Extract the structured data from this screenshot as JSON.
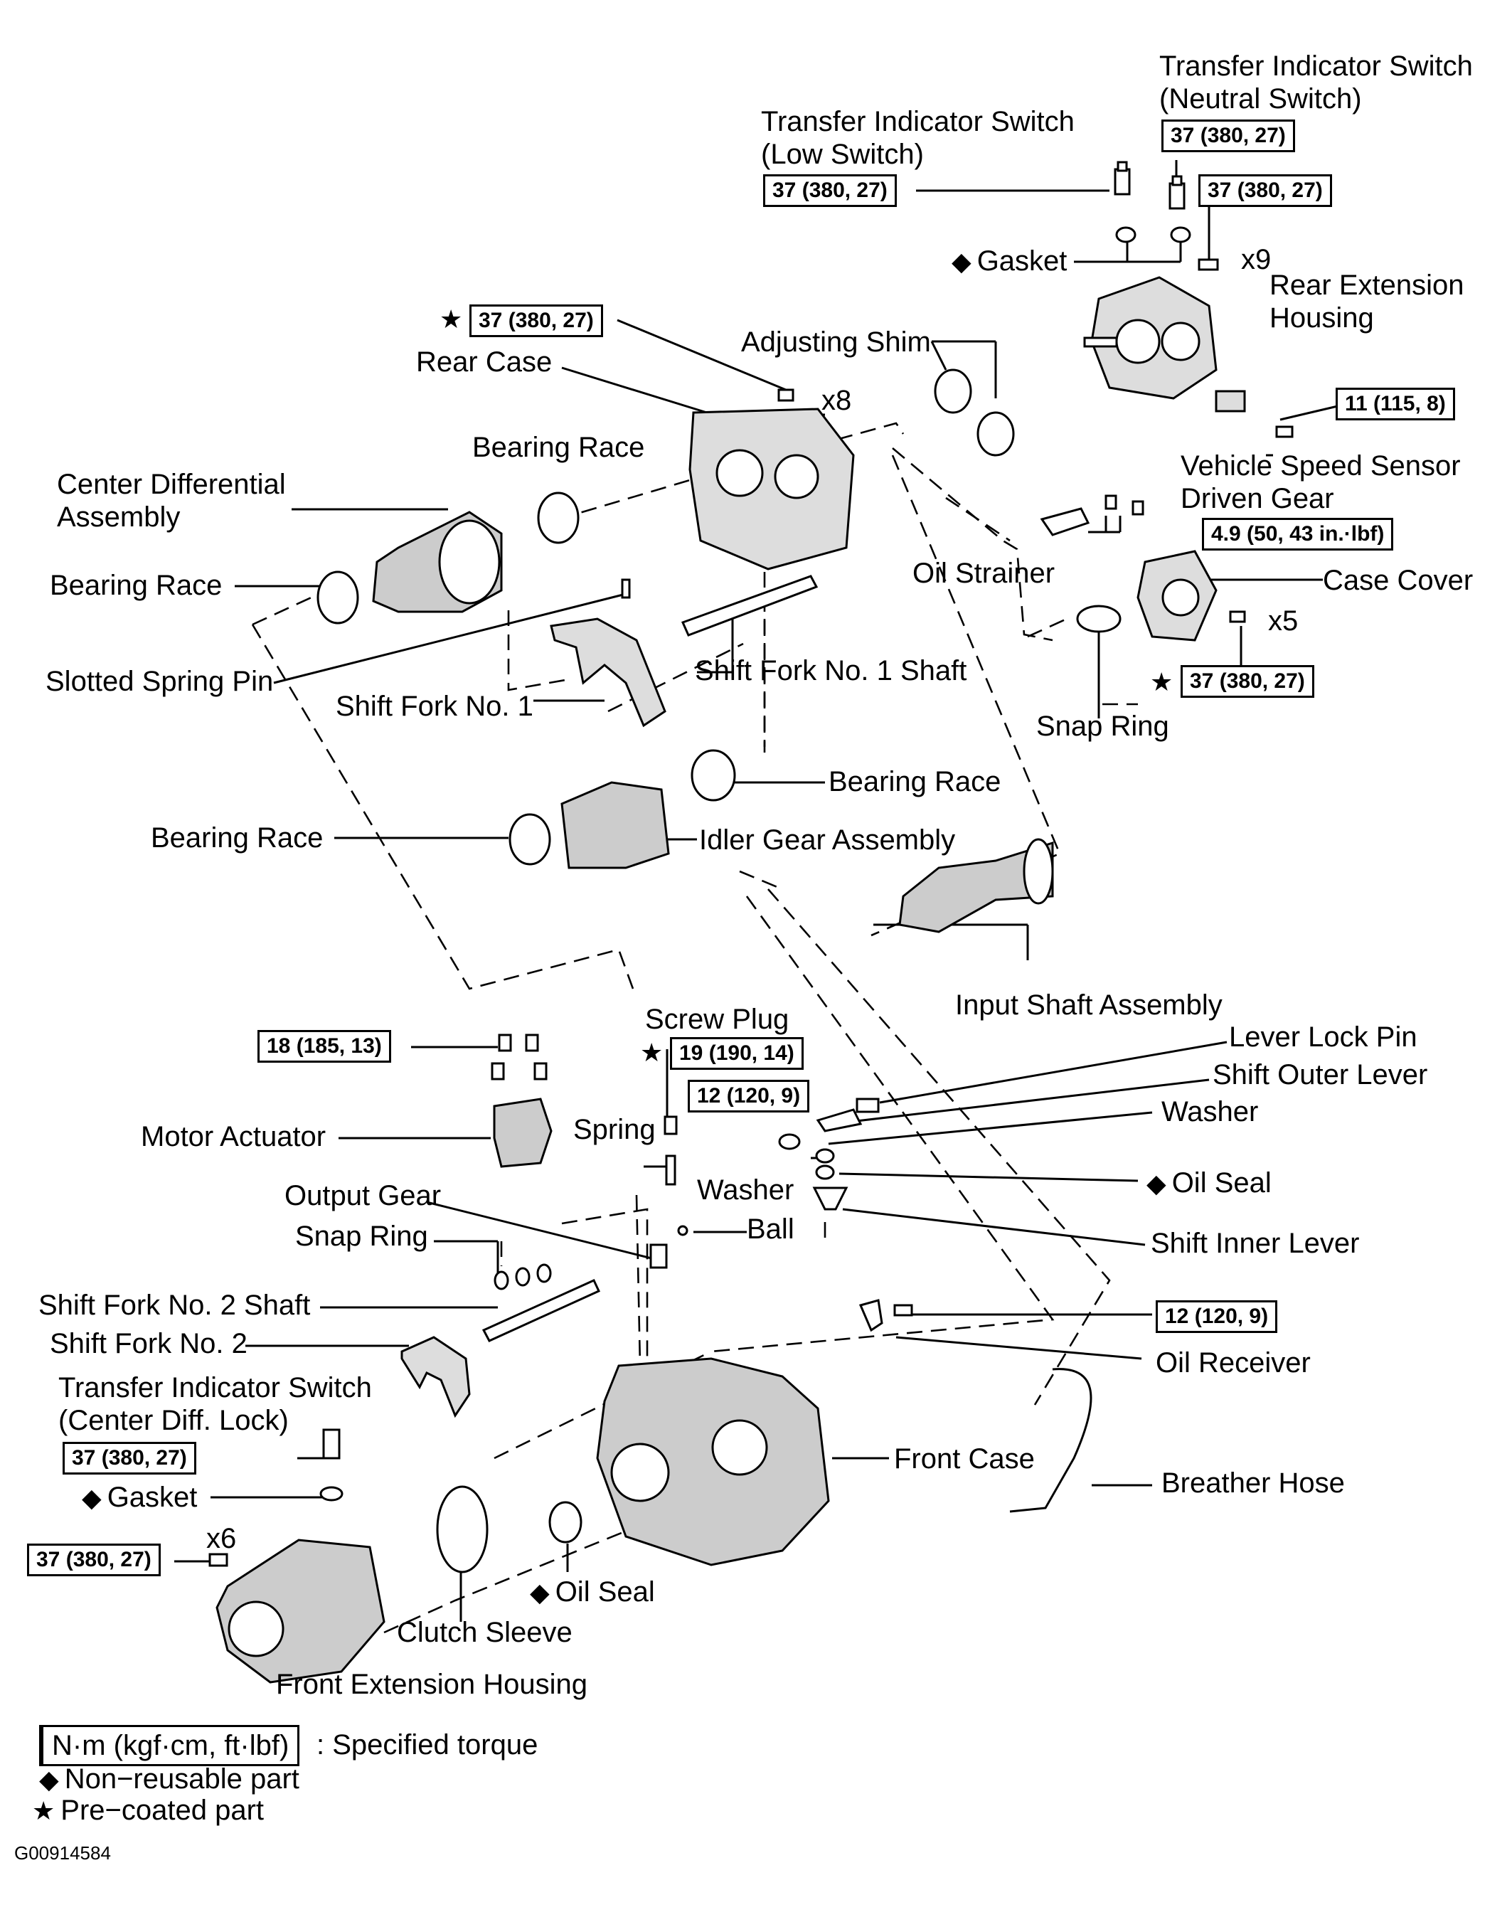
{
  "labels": {
    "tis_neutral_1": "Transfer Indicator Switch",
    "tis_neutral_2": "(Neutral Switch)",
    "tis_low_1": "Transfer Indicator Switch",
    "tis_low_2": "(Low Switch)",
    "gasket_top": "Gasket",
    "x9": "x9",
    "rear_ext_1": "Rear Extension",
    "rear_ext_2": "Housing",
    "adjusting_shim": "Adjusting Shim",
    "rear_case": "Rear Case",
    "x8": "x8",
    "bearing_race_1": "Bearing Race",
    "center_diff_1": "Center Differential",
    "center_diff_2": "Assembly",
    "vss_1": "Vehicle Speed Sensor",
    "vss_2": "Driven Gear",
    "oil_strainer": "Oil Strainer",
    "case_cover": "Case Cover",
    "bearing_race_2": "Bearing Race",
    "x5": "x5",
    "slotted_spring_pin": "Slotted Spring Pin",
    "shift_fork_1": "Shift Fork No. 1",
    "shift_fork_1_shaft": "Shift Fork No. 1 Shaft",
    "snap_ring_top": "Snap Ring",
    "bearing_race_3": "Bearing Race",
    "bearing_race_4": "Bearing Race",
    "idler_gear": "Idler Gear Assembly",
    "input_shaft": "Input Shaft Assembly",
    "screw_plug": "Screw Plug",
    "lever_lock_pin": "Lever Lock Pin",
    "shift_outer_lever": "Shift Outer Lever",
    "washer_1": "Washer",
    "motor_actuator": "Motor Actuator",
    "spring": "Spring",
    "washer_2": "Washer",
    "oil_seal_top": "Oil Seal",
    "output_gear": "Output Gear",
    "ball": "Ball",
    "snap_ring_mid": "Snap Ring",
    "shift_inner_lever": "Shift Inner Lever",
    "shift_fork_2_shaft": "Shift Fork No. 2 Shaft",
    "shift_fork_2": "Shift Fork No. 2",
    "oil_receiver": "Oil Receiver",
    "tis_cdl_1": "Transfer Indicator Switch",
    "tis_cdl_2": "(Center Diff. Lock)",
    "front_case": "Front Case",
    "gasket_bottom": "Gasket",
    "breather_hose": "Breather Hose",
    "x6": "x6",
    "oil_seal_bottom": "Oil Seal",
    "clutch_sleeve": "Clutch Sleeve",
    "front_ext": "Front Extension Housing"
  },
  "torques": {
    "t_neutral": "37 (380, 27)",
    "t_low": "37 (380, 27)",
    "t_rear_ext": "37 (380, 27)",
    "t_rear_case": "37 (380, 27)",
    "t_vss": "11 (115, 8)",
    "t_strainer": "4.9 (50, 43 in.·lbf)",
    "t_case_cover": "37 (380, 27)",
    "t_actuator": "18 (185, 13)",
    "t_screw_plug": "19 (190, 14)",
    "t_lever": "12 (120, 9)",
    "t_oil_receiver": "12 (120, 9)",
    "t_cdl": "37 (380, 27)",
    "t_front_ext": "37 (380, 27)"
  },
  "symbols": {
    "diamond": "◆",
    "star": "★"
  },
  "legend": {
    "torque_box": "N·m (kgf·cm, ft·lbf)",
    "torque_text": ": Specified torque",
    "non_reusable": "Non−reusable part",
    "pre_coated": "Pre−coated part"
  },
  "figure_code": "G00914584"
}
